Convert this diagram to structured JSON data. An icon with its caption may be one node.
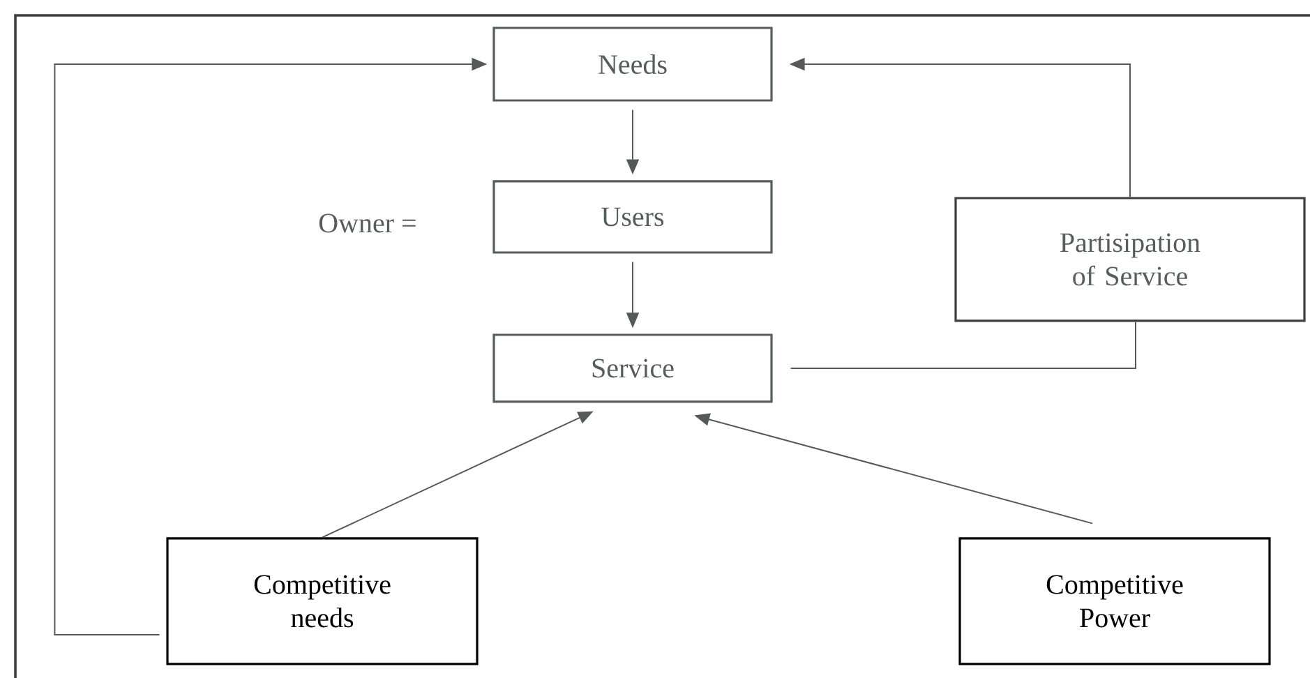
{
  "diagram": {
    "nodes": [
      {
        "text": [
          "Needs"
        ]
      },
      {
        "text": [
          "Users"
        ]
      },
      {
        "text": [
          "Service"
        ]
      },
      {
        "text": [
          "Partisipation of Service"
        ]
      },
      {
        "text": [
          "Competitive needs"
        ]
      },
      {
        "text": [
          "Competitive Power"
        ]
      }
    ],
    "edges": [
      {
        "from": 0,
        "to": 1,
        "arrow": "to"
      },
      {
        "from": 1,
        "to": 2,
        "arrow": "to"
      },
      {
        "from": 2,
        "to": 3,
        "arrow": "none"
      },
      {
        "from": 3,
        "to": 0,
        "arrow": "to"
      },
      {
        "from": 4,
        "to": 0,
        "arrow": "to"
      },
      {
        "from": 4,
        "to": 2,
        "arrow": "to"
      },
      {
        "from": 5,
        "to": 2,
        "arrow": "to"
      }
    ],
    "labels": [
      "Owner ="
    ]
  }
}
